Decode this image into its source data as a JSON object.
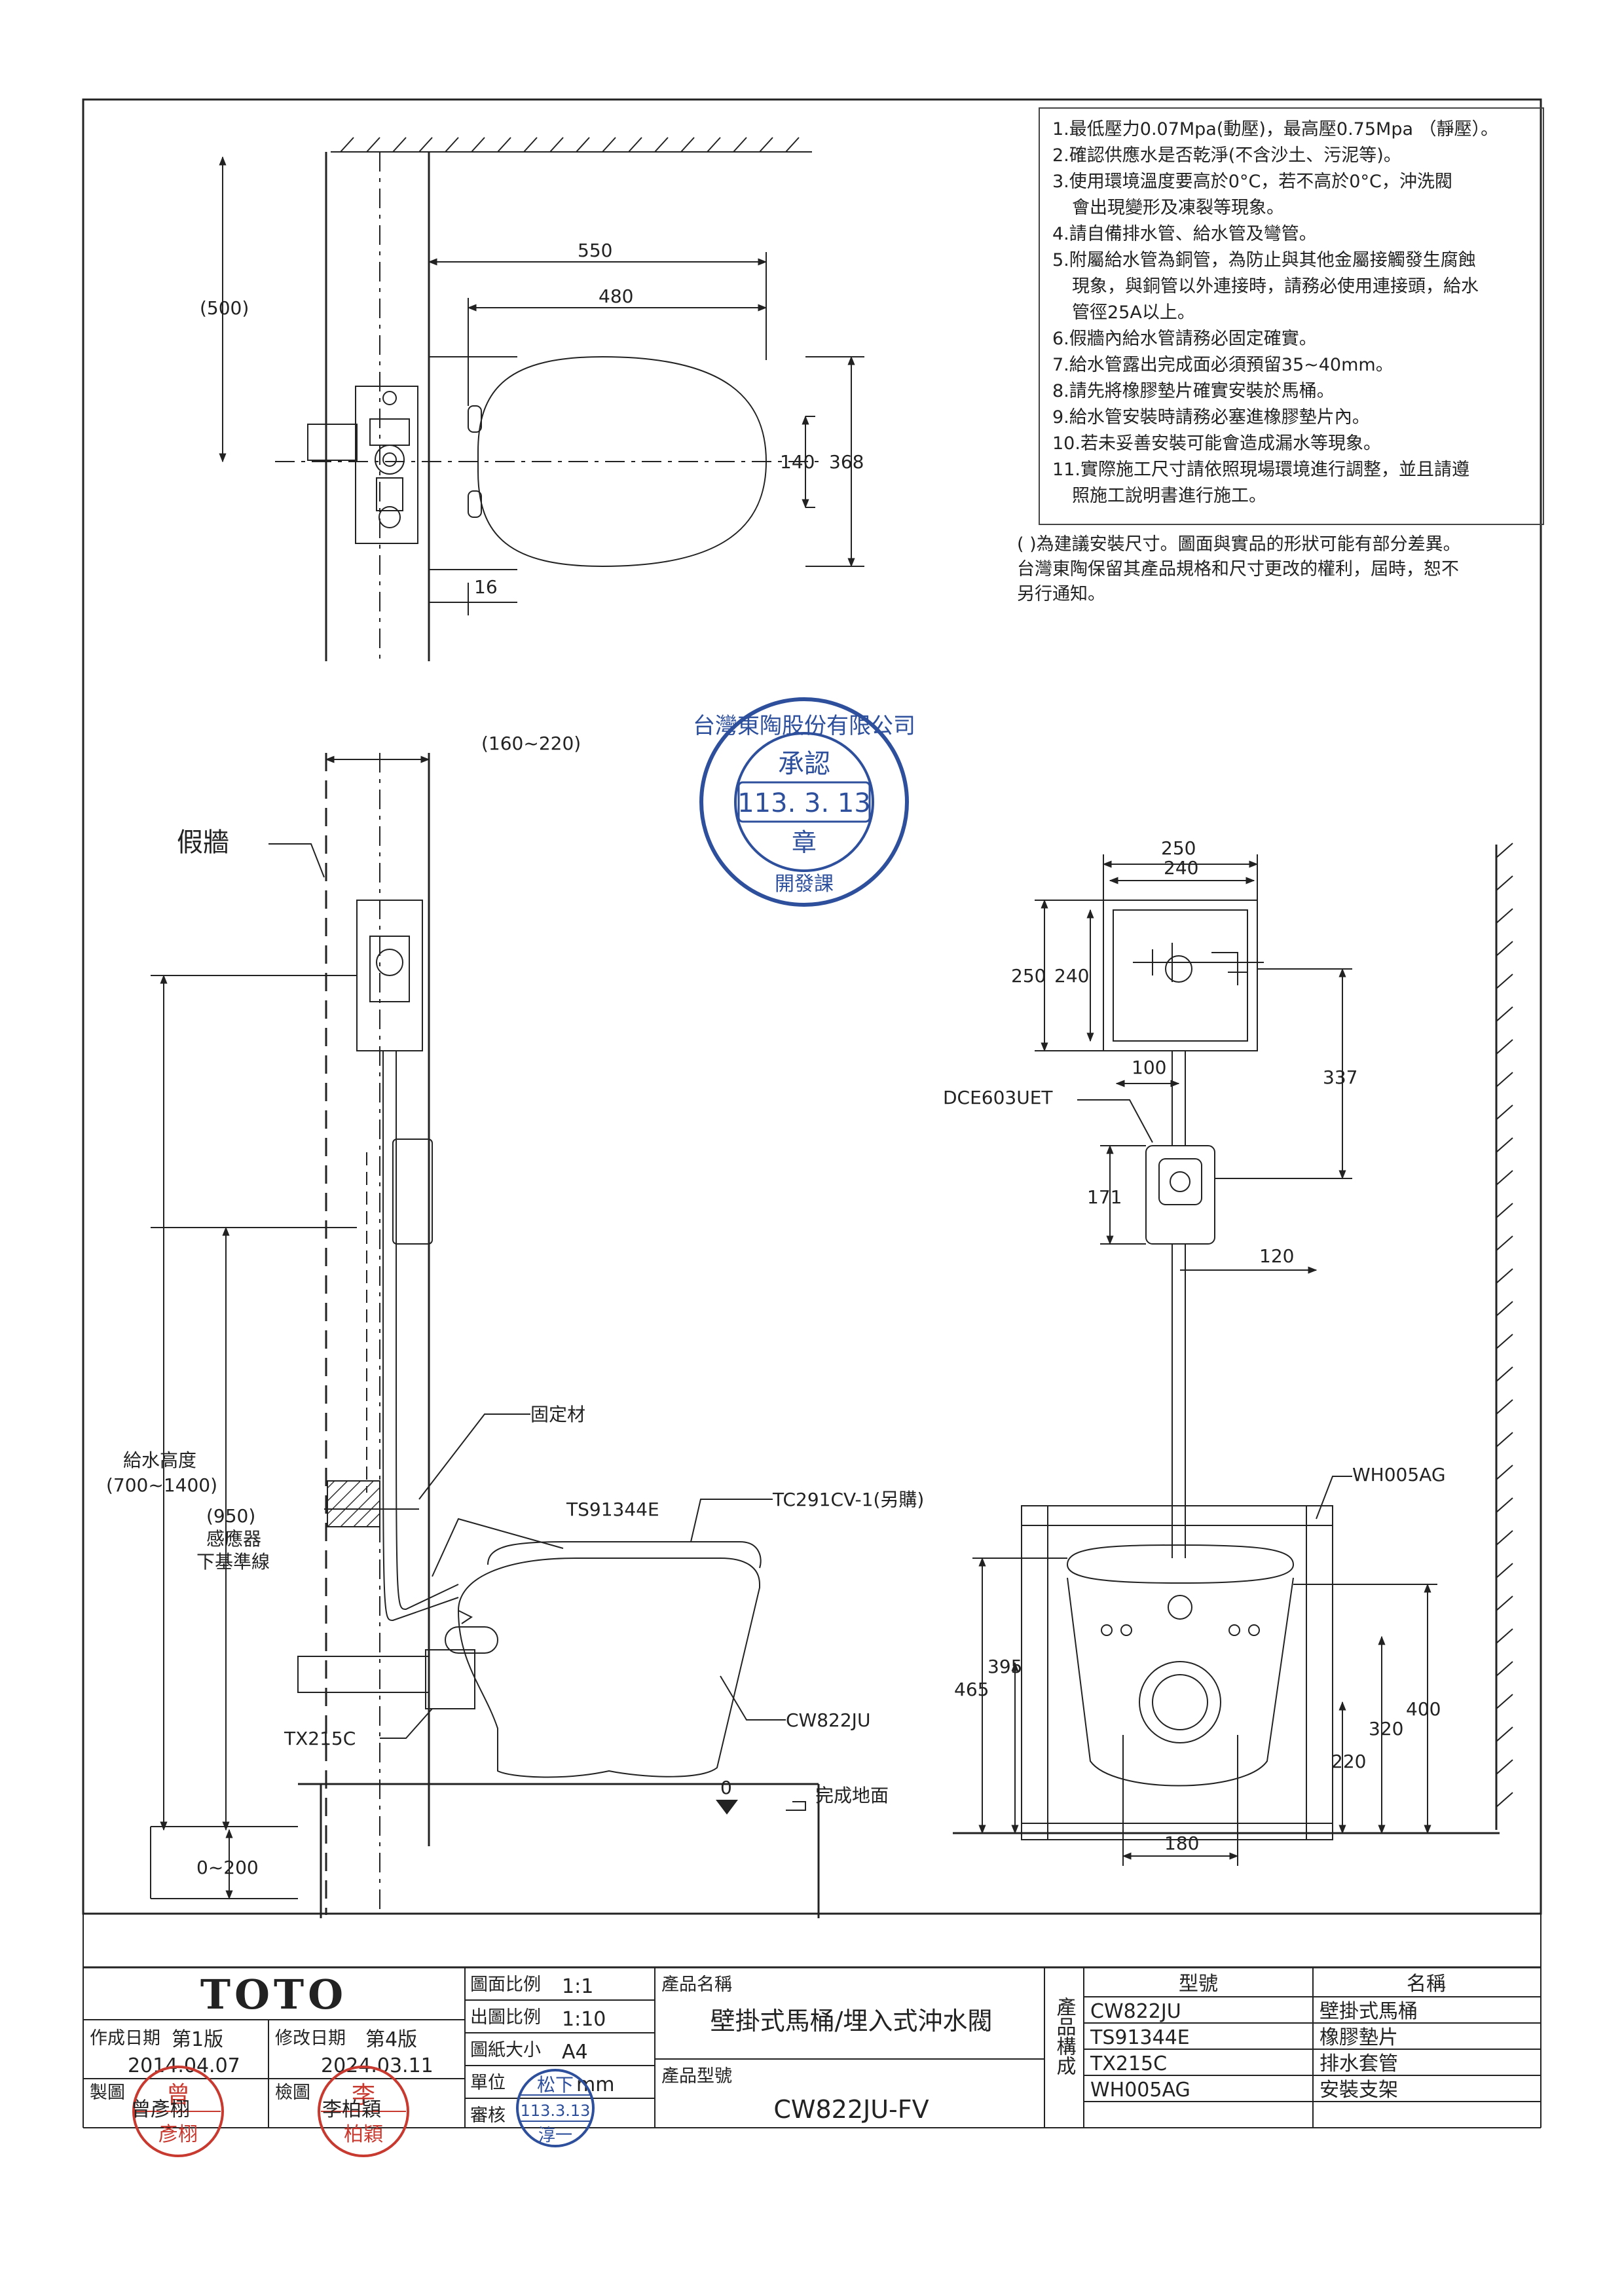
{
  "notes": [
    "1.最低壓力0.07Mpa(動壓)，最高壓0.75Mpa （靜壓）。",
    "2.確認供應水是否乾淨(不含沙土、污泥等)。",
    "3.使用環境溫度要高於0°C，若不高於0°C，沖洗閥",
    "會出現變形及凍裂等現象。",
    "4.請自備排水管、給水管及彎管。",
    "5.附屬給水管為銅管，為防止與其他金屬接觸發生腐蝕",
    "現象，與銅管以外連接時，請務必使用連接頭，給水",
    "管徑25A以上。",
    "6.假牆內給水管請務必固定確實。",
    "7.給水管露出完成面必須預留35~40mm。",
    "8.請先將橡膠墊片確實安裝於馬桶。",
    "9.給水管安裝時請務必塞進橡膠墊片內。",
    "10.若未妥善安裝可能會造成漏水等現象。",
    "11.實際施工尺寸請依照現場環境進行調整，並且請遵",
    "照施工說明書進行施工。"
  ],
  "disclaimer": [
    "(  )為建議安裝尺寸。圖面與實品的形狀可能有部分差異。",
    "台灣東陶保留其產品規格和尺寸更改的權利，屆時，恕不",
    "另行通知。"
  ],
  "plan": {
    "d500": "(500)",
    "d550": "550",
    "d480": "480",
    "d140": "140",
    "d368": "368",
    "d16": "16"
  },
  "side": {
    "d160": "(160~220)",
    "fake_wall": "假牆",
    "fixing": "固定材",
    "gasket_model": "TS91344E",
    "seat_model": "TC291CV-1(另購)",
    "bowl_model": "CW822JU",
    "drain_model": "TX215C",
    "floor": "完成地面",
    "zero": "0",
    "supply_height_1": "給水高度",
    "supply_height_2": "(700~1400)",
    "sensor_1": "(950)",
    "sensor_2": "感應器",
    "sensor_3": "下基準線",
    "d0200": "0~200"
  },
  "front": {
    "d250w": "250",
    "d240w": "240",
    "d250h": "250",
    "d240h": "240",
    "d100": "100",
    "d337": "337",
    "valve_model": "DCE603UET",
    "d171": "171",
    "d120": "120",
    "frame_model": "WH005AG",
    "d465": "465",
    "d395": "395",
    "d400": "400",
    "d320": "320",
    "d220": "220",
    "d180": "180"
  },
  "stamp": {
    "company": "台灣東陶股份有限公司",
    "approved": "承認",
    "date": "113. 3. 13",
    "seal": "章",
    "dept": "開發課"
  },
  "title_block": {
    "logo": "TOTO",
    "created_label": "作成日期",
    "created_ver": "第1版",
    "created_date": "2014.04.07",
    "revised_label": "修改日期",
    "revised_ver": "第4版",
    "revised_date": "2024.03.11",
    "drawn_label": "製圖",
    "drawn_name": "曾彥栩",
    "drawn_seal_1": "曾",
    "drawn_seal_2": "彥栩",
    "checked_label": "檢圖",
    "checked_name": "李柏穎",
    "checked_seal_1": "李",
    "checked_seal_2": "柏穎",
    "scale_label": "圖面比例",
    "scale_value": "1:1",
    "print_scale_label": "出圖比例",
    "print_scale_value": "1:10",
    "paper_label": "圖紙大小",
    "paper_value": "A4",
    "unit_label": "單位",
    "unit_value": "mm",
    "review_label": "審核",
    "review_seal_1": "松下",
    "review_seal_2": "113.3.13",
    "review_seal_3": "淳一",
    "product_name_label": "產品名稱",
    "product_name": "壁掛式馬桶/埋入式沖水閥",
    "product_model_label": "產品型號",
    "product_model": "CW822JU-FV",
    "composition_label": "產品構成",
    "model_header": "型號",
    "name_header": "名稱",
    "parts": [
      {
        "model": "CW822JU",
        "name": "壁掛式馬桶"
      },
      {
        "model": "TS91344E",
        "name": "橡膠墊片"
      },
      {
        "model": "TX215C",
        "name": "排水套管"
      },
      {
        "model": "WH005AG",
        "name": "安裝支架"
      }
    ]
  }
}
